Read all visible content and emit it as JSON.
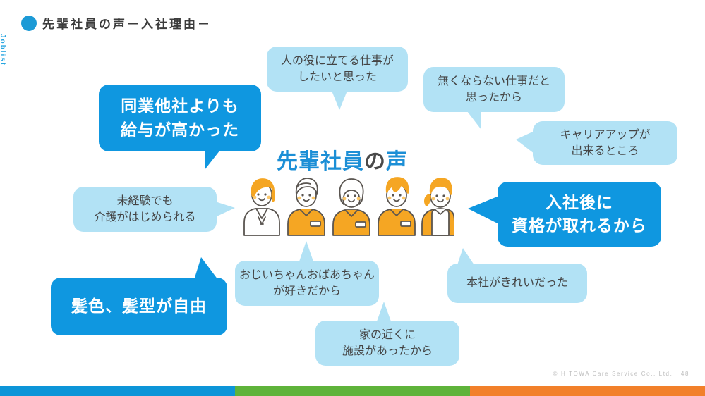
{
  "header": {
    "title": "先輩社員の声－入社理由－",
    "brand": "Joblist",
    "dot_color": "#1c9ad6"
  },
  "center": {
    "title_blue_1": "先輩社員",
    "title_gray": "の",
    "title_blue_2": "声"
  },
  "colors": {
    "light_bubble": "#b2e2f5",
    "dark_bubble": "#0f97e0",
    "light_text": "#444444",
    "dark_text": "#ffffff",
    "accent_blue": "#1c8fd6",
    "hair_orange": "#f5a623",
    "line_gray": "#5a5550",
    "footer_blue": "#0d95d8",
    "footer_green": "#5fb33a",
    "footer_orange": "#f2802a"
  },
  "bubbles": [
    {
      "id": "pay-higher",
      "text": "同業他社よりも\n給与が高かった",
      "style": "dark",
      "tail": "down-left"
    },
    {
      "id": "help-people",
      "text": "人の役に立てる仕事が\nしたいと思った",
      "style": "light",
      "tail": "down"
    },
    {
      "id": "job-secure",
      "text": "無くならない仕事だと\n思ったから",
      "style": "light",
      "tail": "down-left"
    },
    {
      "id": "career-up",
      "text": "キャリアアップが\n出来るところ",
      "style": "light",
      "tail": "left"
    },
    {
      "id": "qualification",
      "text": "入社後に\n資格が取れるから",
      "style": "dark",
      "tail": "left"
    },
    {
      "id": "no-experience",
      "text": "未経験でも\n介護がはじめられる",
      "style": "light",
      "tail": "right"
    },
    {
      "id": "love-elderly",
      "text": "おじいちゃんおばあちゃん\nが好きだから",
      "style": "light",
      "tail": "up"
    },
    {
      "id": "near-home",
      "text": "家の近くに\n施設があったから",
      "style": "light",
      "tail": "up"
    },
    {
      "id": "clean-office",
      "text": "本社がきれいだった",
      "style": "light",
      "tail": "up-left"
    },
    {
      "id": "hair-free",
      "text": "髪色、髪型が自由",
      "style": "dark",
      "tail": "up-right"
    }
  ],
  "people": [
    {
      "id": "person-1",
      "hair": "orange-bob",
      "outfit": "white-coat"
    },
    {
      "id": "person-2",
      "hair": "white-short",
      "outfit": "orange-shirt"
    },
    {
      "id": "person-3",
      "hair": "white-bob",
      "outfit": "orange-polo"
    },
    {
      "id": "person-4",
      "hair": "orange-spiky",
      "outfit": "orange-polo"
    },
    {
      "id": "person-5",
      "hair": "orange-ponytail",
      "outfit": "orange-apron"
    }
  ],
  "footer": {
    "copyright": "© HITOWA Care Service Co., Ltd.",
    "page_number": "48"
  }
}
